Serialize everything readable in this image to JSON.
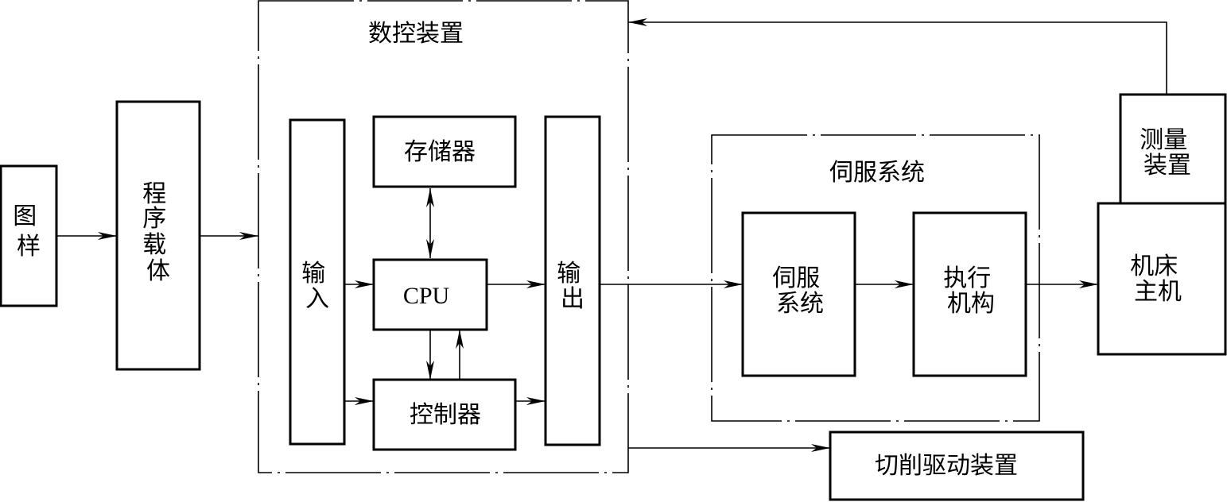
{
  "nc_device": {
    "title": "数控装置"
  },
  "drawing": {
    "lines": [
      "图",
      "样"
    ]
  },
  "program_carrier": {
    "lines": [
      "程",
      "序",
      "载",
      "体"
    ]
  },
  "input": {
    "lines": [
      "输",
      "入"
    ]
  },
  "memory": {
    "label": "存储器"
  },
  "cpu": {
    "label": "CPU"
  },
  "controller": {
    "label": "控制器"
  },
  "output": {
    "lines": [
      "输",
      "出"
    ]
  },
  "servo_system": {
    "title": "伺服系统",
    "servo_unit": {
      "lines": [
        "伺服",
        "系统"
      ]
    },
    "actuator": {
      "lines": [
        "执行",
        "机构"
      ]
    }
  },
  "measuring_device": {
    "lines": [
      "测量",
      "装置"
    ]
  },
  "machine_tool": {
    "lines": [
      "机床",
      "主机"
    ]
  },
  "cutting_drive": {
    "label": "切削驱动装置"
  }
}
